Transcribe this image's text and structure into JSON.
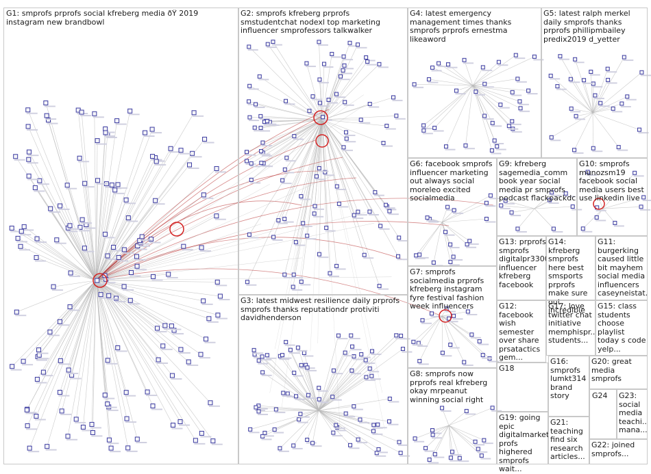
{
  "graph": {
    "edge_color": "#b8b8b8",
    "edge_highlight_color": "#b22222",
    "self_loop_color": "#d42020",
    "node_fill": "#f4f4f8",
    "node_stroke": "#3a3aa0",
    "shadow_color": "#d0d0e0",
    "groups": [
      {
        "id": "G1",
        "label": "G1: smprofs prprofs social kfreberg media ðŸ 2019 instagram new brandbowl"
      },
      {
        "id": "G2",
        "label": "G2: smprofs kfreberg prprofs smstudentchat nodexl top marketing influencer smprofessors talkwalker"
      },
      {
        "id": "G3",
        "label": "G3: latest midwest resilience daily prprofs smprofs thanks reputationdr protiviti davidhenderson"
      },
      {
        "id": "G4",
        "label": "G4: latest emergency management times thanks smprofs prprofs ernestma likeaword"
      },
      {
        "id": "G5",
        "label": "G5: latest ralph merkel daily smprofs thanks prprofs phillipmbailey predix2019 d_yetter"
      },
      {
        "id": "G6",
        "label": "G6: facebook smprofs influencer marketing out always social moreleo excited socialmedia"
      },
      {
        "id": "G7",
        "label": "G7: smprofs socialmedia prprofs kfreberg instagram fyre festival fashion week influencers"
      },
      {
        "id": "G8",
        "label": "G8: smprofs now prprofs real kfreberg okay mrpeanut winning social right"
      },
      {
        "id": "G9",
        "label": "G9: kfreberg sagemedia_comm book year social media pr smprofs podcast flackpackdc"
      },
      {
        "id": "G10",
        "label": "G10: smprofs munozsm19 facebook social media users best use linkedin live"
      },
      {
        "id": "G11",
        "label": "G11: burgerking caused little bit mayhem social media influencers caseyneistat..."
      },
      {
        "id": "G12",
        "label": "G12: facebook wish semester over share prsatactics gem..."
      },
      {
        "id": "G13",
        "label": "G13: prprofs smprofs digitalpr3300 influencer kfreberg facebook"
      },
      {
        "id": "G14",
        "label": "G14: kfreberg smprofs here best smsports prprofs make sure out incredible"
      },
      {
        "id": "G15",
        "label": "G15: class students choose playlist today s code yelp..."
      },
      {
        "id": "G16",
        "label": "G16: smprofs lumkt314 brand story"
      },
      {
        "id": "G17",
        "label": "G17: love twitter chat initiative memphispr... students..."
      },
      {
        "id": "G18",
        "label": "G18"
      },
      {
        "id": "G19",
        "label": "G19: going epic digitalmarketi... profs highered smprofs wait..."
      },
      {
        "id": "G20",
        "label": "G20: great media smprofs"
      },
      {
        "id": "G21",
        "label": "G21: teaching find six research articles..."
      },
      {
        "id": "G22",
        "label": "G22: joined smprofs..."
      },
      {
        "id": "G23",
        "label": "G23: social media teachi... mana..."
      },
      {
        "id": "G24",
        "label": "G24"
      }
    ]
  }
}
